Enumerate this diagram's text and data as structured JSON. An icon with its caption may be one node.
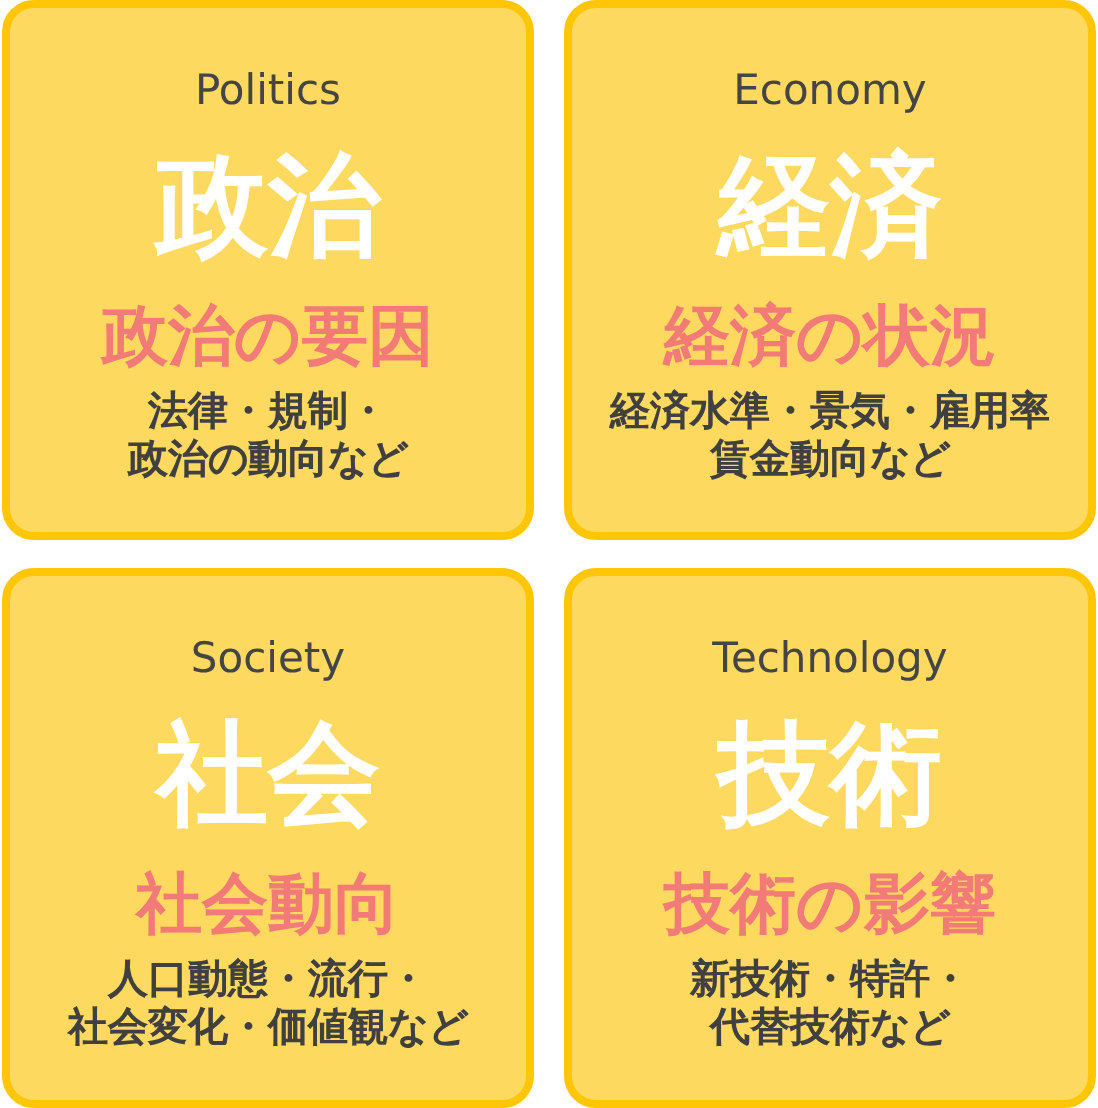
{
  "diagram": {
    "nodes": [
      {
        "text": [
          "Politics",
          "政治",
          "政治の要因",
          "法律・規制・政治の動向など"
        ]
      },
      {
        "text": [
          "Economy",
          "経済",
          "経済の状況",
          "経済水準・景気・雇用率賃金動向など"
        ]
      },
      {
        "text": [
          "Society",
          "社会",
          "社会動向",
          "人口動態・流行・社会変化・価値観など"
        ]
      },
      {
        "text": [
          "Technology",
          "技術",
          "技術の影響",
          "新技術・特許・代替技術など"
        ]
      }
    ]
  }
}
